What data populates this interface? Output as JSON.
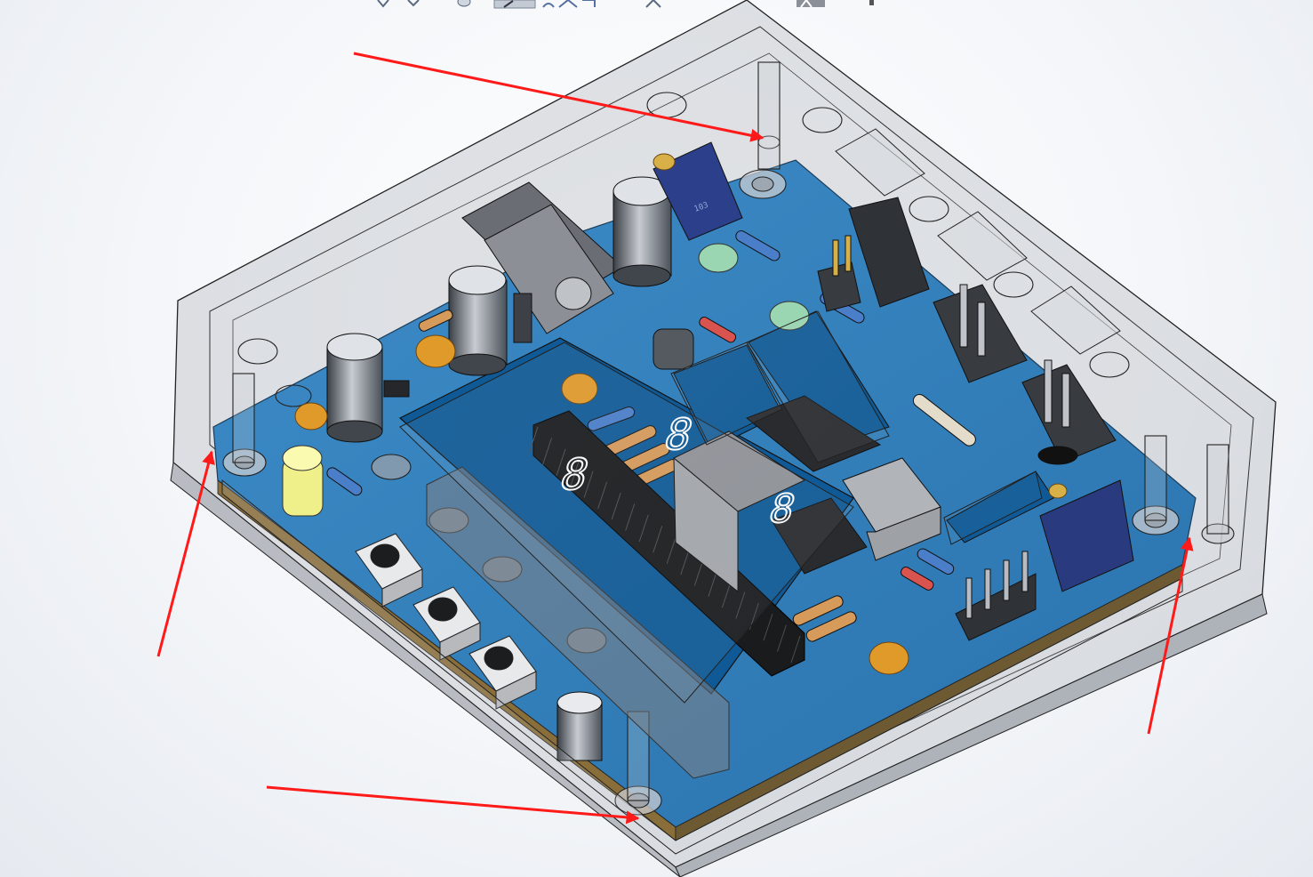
{
  "viewport": {
    "background_color": "#f2f4f7",
    "toolbar": {
      "icons": [
        "view-orientation-icon",
        "rotate-icon",
        "display-style-icon",
        "section-view-icon",
        "appearance-icon",
        "scene-icon",
        "hide-show-icon"
      ]
    }
  },
  "model": {
    "enclosure_color": "#c9ccd1",
    "pcb_color": "#2d7ab8",
    "pcb_dark_color": "#0f5a96",
    "display_digit": "8",
    "pot_marking": "103"
  },
  "callout_arrows": {
    "color": "#ff1a1a",
    "count": 4,
    "targets": [
      "top-mounting-hole",
      "left-mounting-hole",
      "bottom-mounting-hole",
      "right-mounting-hole"
    ]
  }
}
